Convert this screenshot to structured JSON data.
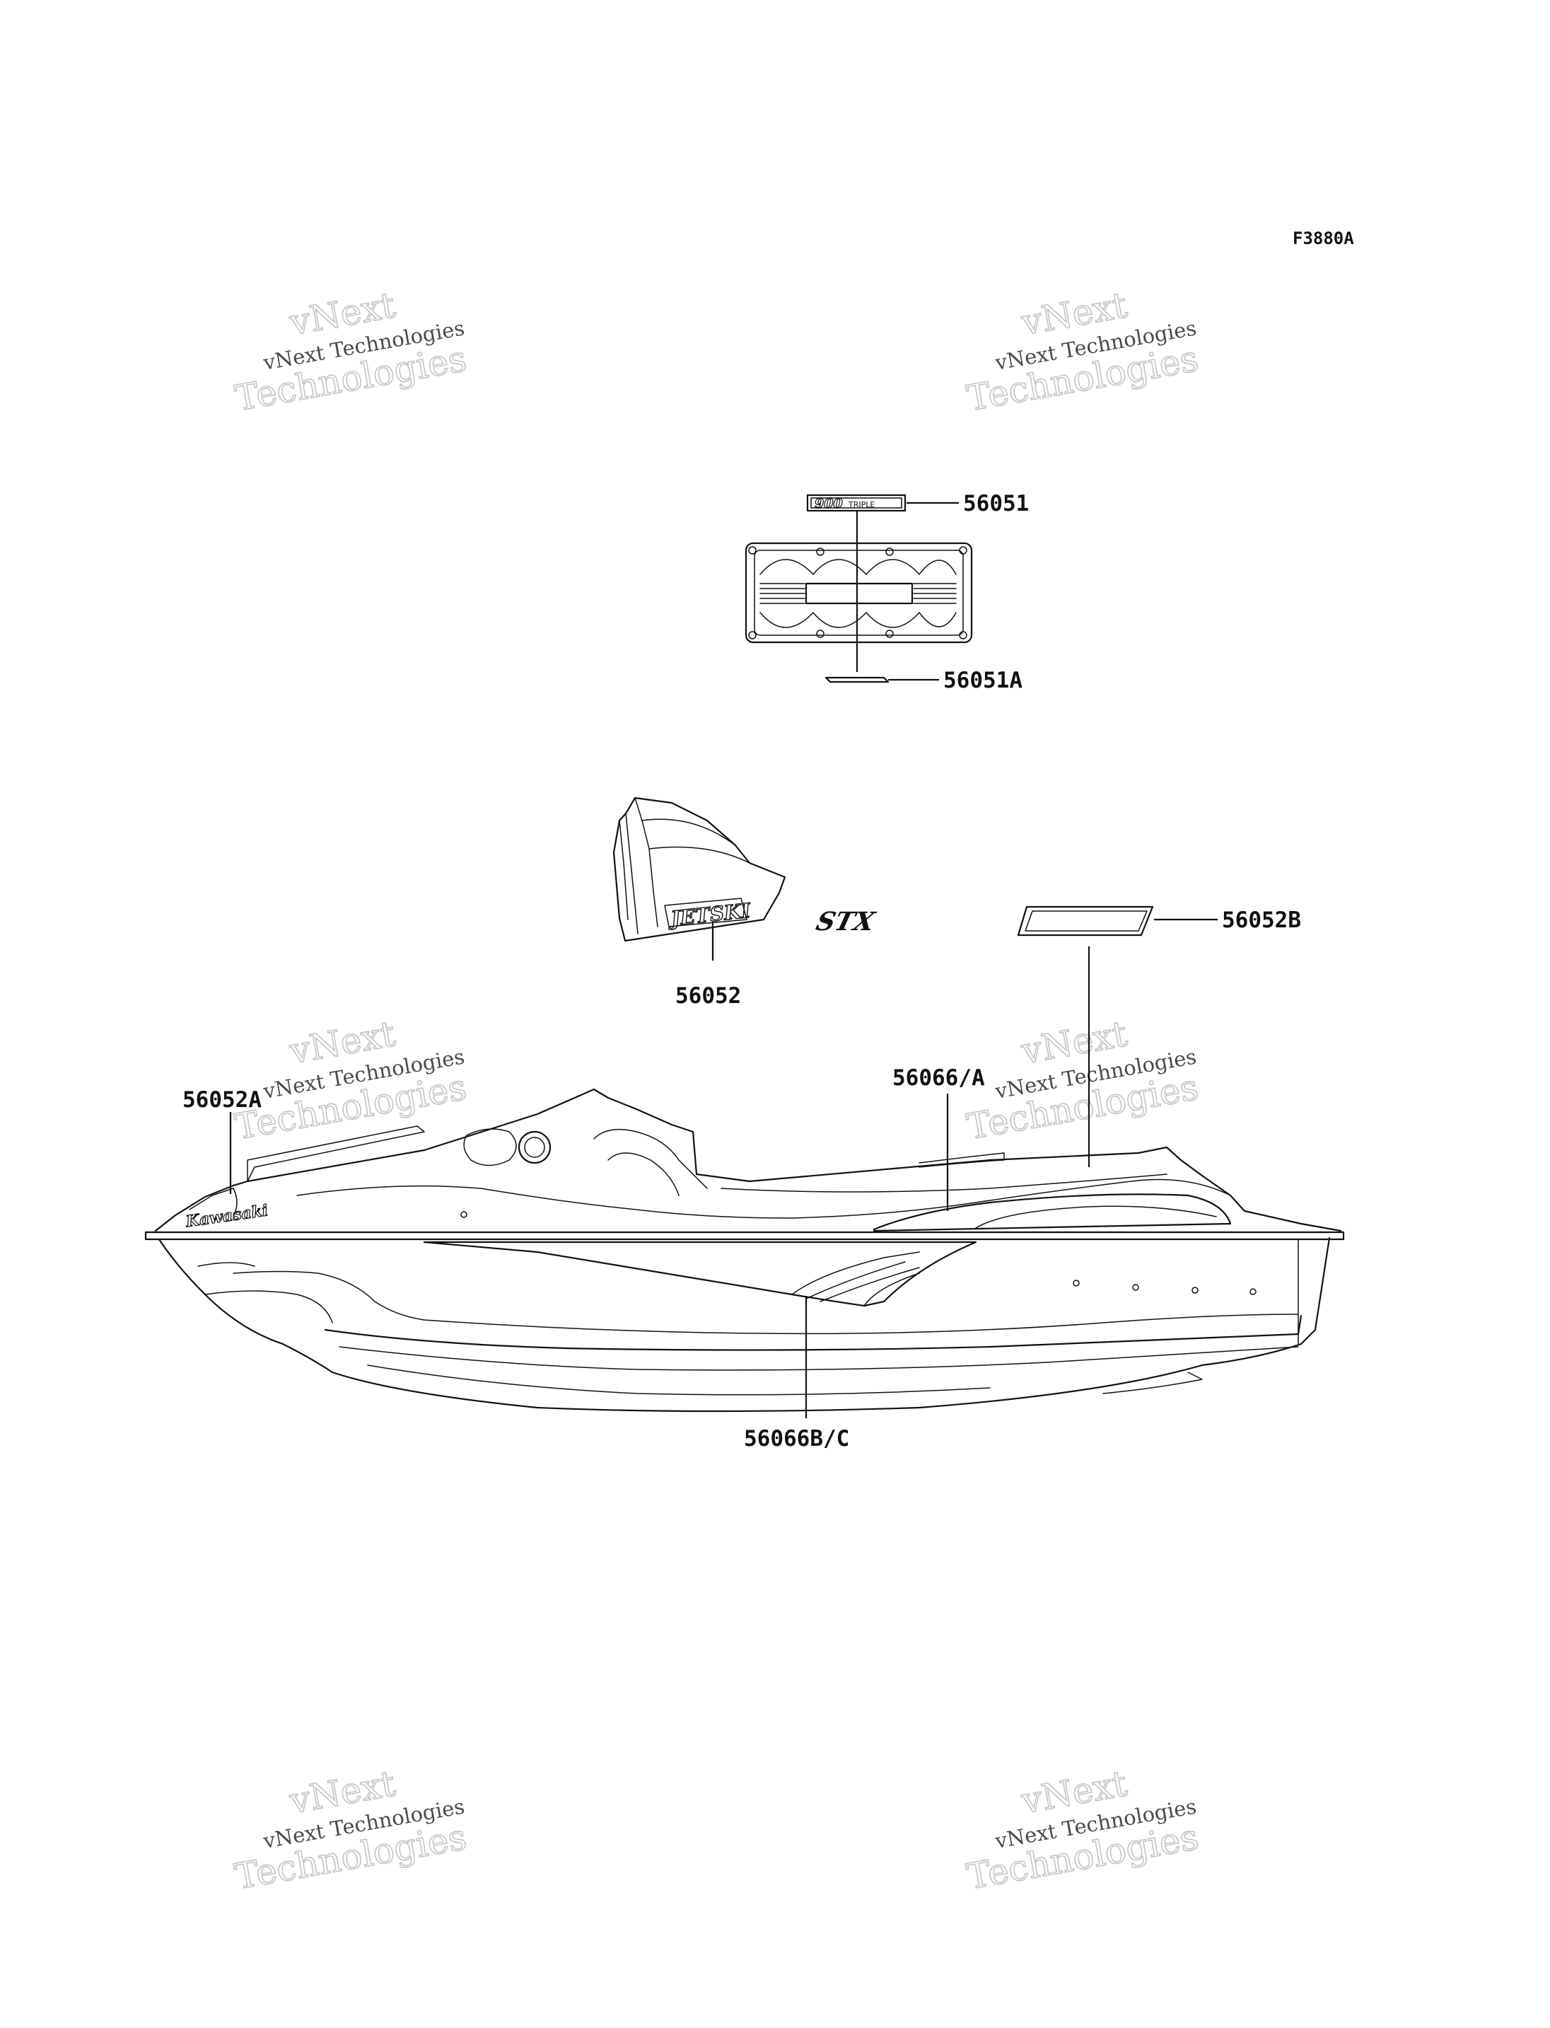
{
  "figure_code": "F3880A",
  "watermark": {
    "line1": "vNext",
    "line2": "vNext Technologies",
    "line3": "Technologies"
  },
  "parts": [
    {
      "id": "p1",
      "number": "56051"
    },
    {
      "id": "p2",
      "number": "56051A"
    },
    {
      "id": "p3",
      "number": "56052"
    },
    {
      "id": "p4",
      "number": "56052B"
    },
    {
      "id": "p5",
      "number": "56052A"
    },
    {
      "id": "p6",
      "number": "56066/A"
    },
    {
      "id": "p7",
      "number": "56066B/C"
    }
  ],
  "logos": {
    "engine_badge": "900",
    "engine_badge_sub": "TRIPLE",
    "jetski": "JETSKI",
    "model": "STX",
    "brand": "Kawasaki"
  }
}
